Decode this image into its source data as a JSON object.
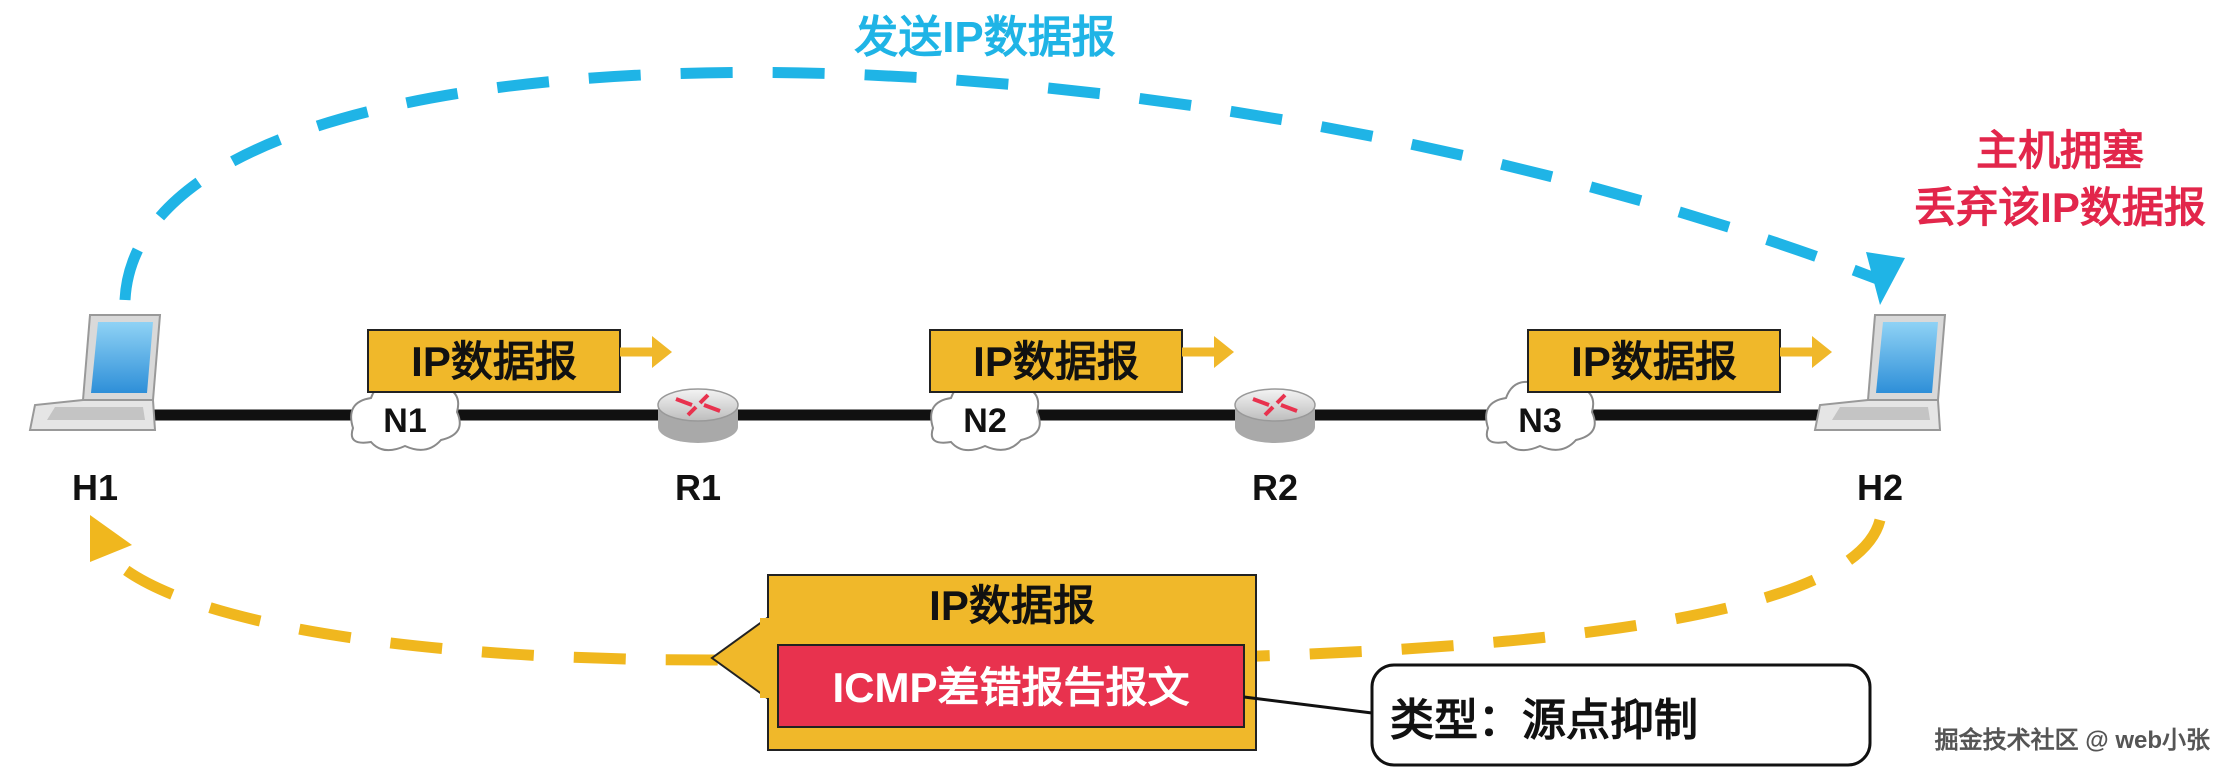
{
  "top_arrow_label": "发送IP数据报",
  "congestion_note": {
    "line1": "主机拥塞",
    "line2": "丢弃该IP数据报"
  },
  "hosts": [
    {
      "label": "H1"
    },
    {
      "label": "H2"
    }
  ],
  "routers": [
    {
      "label": "R1"
    },
    {
      "label": "R2"
    }
  ],
  "networks": [
    {
      "label": "N1"
    },
    {
      "label": "N2"
    },
    {
      "label": "N3"
    }
  ],
  "packets": [
    {
      "label": "IP数据报"
    },
    {
      "label": "IP数据报"
    },
    {
      "label": "IP数据报"
    }
  ],
  "icmp_packet": {
    "outer_label": "IP数据报",
    "inner_label": "ICMP差错报告报文"
  },
  "callout": {
    "label": "类型：源点抑制"
  },
  "watermark": "掘金技术社区 @ web小张",
  "colors": {
    "send_arrow": "#1fb4e6",
    "return_arrow": "#f0b71e",
    "packet_fill": "#f0b82a",
    "icmp_fill": "#e8324e",
    "congestion_text": "#e2264b"
  },
  "icons": {
    "host": "laptop-icon",
    "router": "router-icon",
    "network": "cloud-icon"
  }
}
